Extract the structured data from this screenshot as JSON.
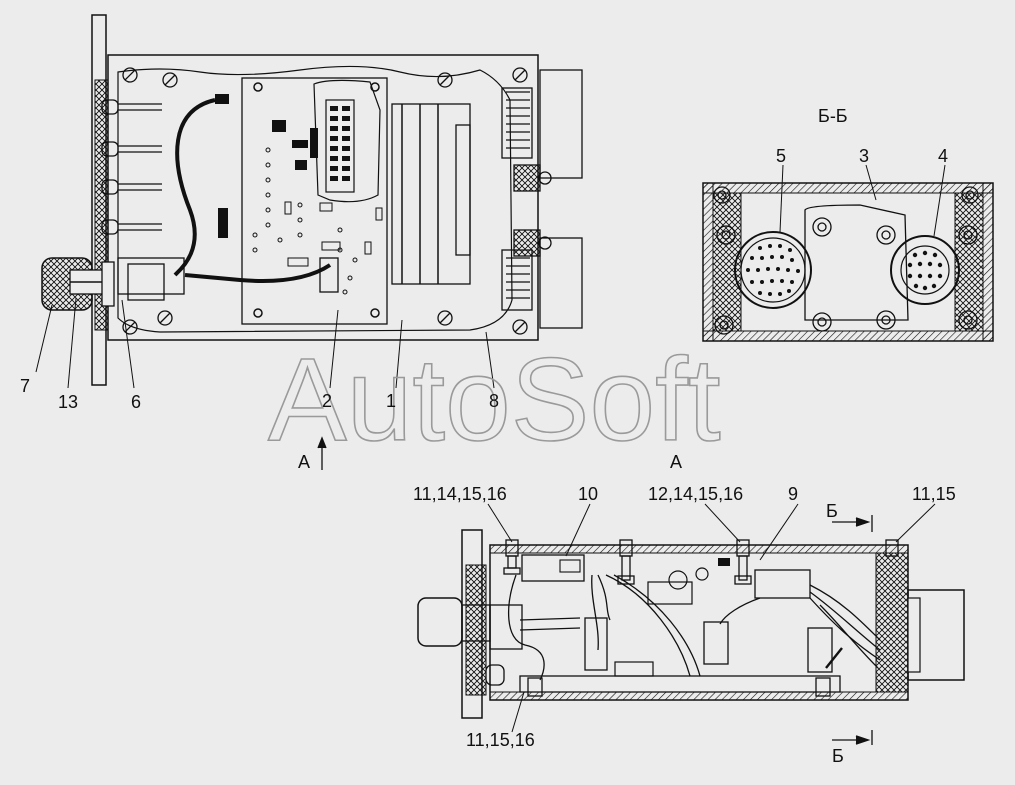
{
  "labels": {
    "n7": "7",
    "n13": "13",
    "n6": "6",
    "n2": "2",
    "n1": "1",
    "n8": "8",
    "n5": "5",
    "n3": "3",
    "n4": "4",
    "view_a_arrow": "A",
    "view_a_title": "A",
    "section_bb": "Б-Б",
    "g_11_14_15_16": "11,14,15,16",
    "g_10": "10",
    "g_12_14_15_16": "12,14,15,16",
    "g_9": "9",
    "g_11_15": "11,15",
    "g_11_15_16": "11,15,16",
    "cut_b_top": "Б",
    "cut_b_bottom": "Б"
  },
  "watermark": "AutoSoft",
  "colors": {
    "line": "#111111",
    "background": "#ececec",
    "watermark": "#9a9a9a"
  }
}
